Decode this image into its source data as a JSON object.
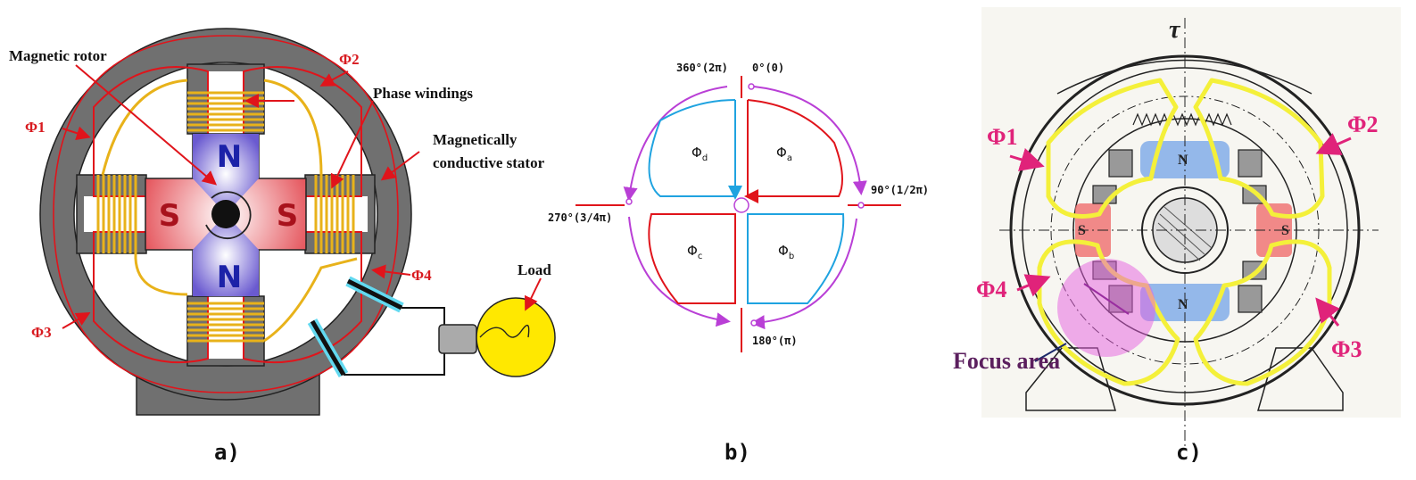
{
  "panels": {
    "a": {
      "caption": "a)",
      "labels": {
        "magnetic_rotor": "Magnetic rotor",
        "phase_windings": "Phase windings",
        "stator_line1": "Magnetically",
        "stator_line2": "conductive stator",
        "load": "Load",
        "phi1": "Φ1",
        "phi2": "Φ2",
        "phi3": "Φ3",
        "phi4": "Φ4"
      },
      "poles": {
        "top": "N",
        "bottom": "N",
        "left": "S",
        "right": "S"
      }
    },
    "b": {
      "caption": "b)",
      "angles": {
        "deg0": "0°(0)",
        "deg90": "90°(1/2π)",
        "deg180": "180°(π)",
        "deg270": "270°(3/4π)",
        "deg360": "360°(2π)"
      },
      "quadrants": {
        "a": "a",
        "b": "b",
        "c": "c",
        "d": "d"
      },
      "phi_symbol": "Φ"
    },
    "c": {
      "caption": "c)",
      "labels": {
        "tau": "τ",
        "phi1": "Φ1",
        "phi2": "Φ2",
        "phi3": "Φ3",
        "phi4": "Φ4",
        "focus_area": "Focus area",
        "n_top": "N",
        "n_bottom": "N",
        "s_left": "S",
        "s_right": "S"
      }
    }
  },
  "colors": {
    "stator_gray": "#707070",
    "winding_gold": "#e8b21a",
    "flux_red": "#e0141b",
    "flux_blue": "#1fa3e0",
    "arc_purple": "#b93fd6",
    "load_yellow": "#ffe800",
    "label_magenta": "#e0237a",
    "highlight_yellow": "#f4f03a",
    "focus_pink": "#e55ee0",
    "pole_blue": "#7aa9e8",
    "pole_red": "#ef6e6e"
  }
}
